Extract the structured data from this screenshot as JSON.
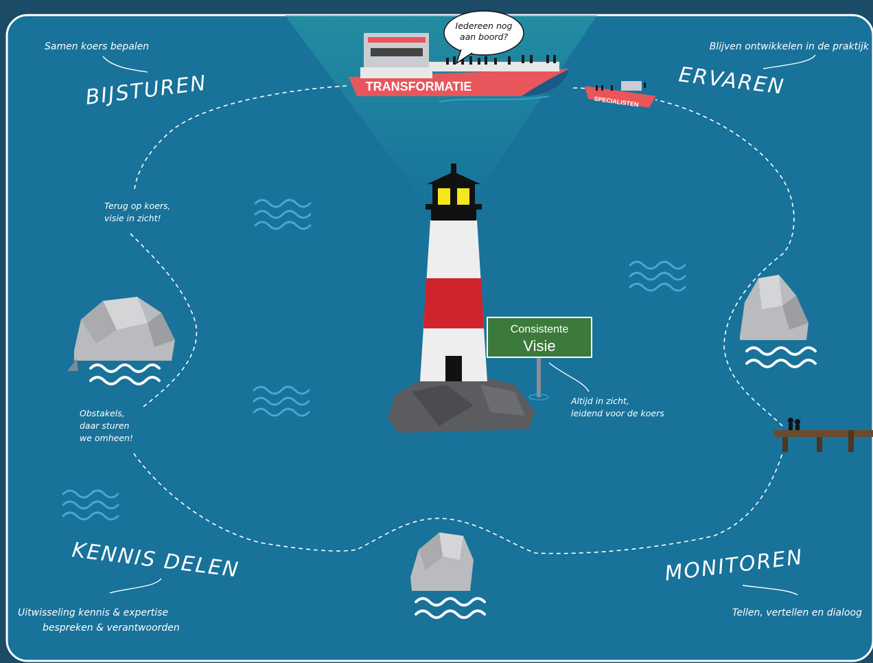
{
  "phases": {
    "bijsturen": {
      "title": "BIJSTUREN",
      "subtitle": "Samen koers bepalen"
    },
    "ervaren": {
      "title": "ERVAREN",
      "subtitle": "Blijven ontwikkelen in de praktijk"
    },
    "kennis_delen": {
      "title": "KENNIS DELEN",
      "subtitle_lines": [
        "Uitwisseling kennis & expertise",
        "bespreken & verantwoorden"
      ]
    },
    "monitoren": {
      "title": "MONITOREN",
      "subtitle": "Tellen, vertellen en dialoog"
    }
  },
  "ship": {
    "name": "TRANSFORMATIE",
    "speech_lines": [
      "Iedereen nog",
      "aan boord?"
    ]
  },
  "small_boat": {
    "name": "SPECIALISTEN"
  },
  "notes": {
    "terug": [
      "Terug op koers,",
      "visie in zicht!"
    ],
    "obstakels": [
      "Obstakels,",
      "daar sturen",
      "we omheen!"
    ],
    "altijd": [
      "Altijd in zicht,",
      "leidend voor de koers"
    ]
  },
  "sign": {
    "line1": "Consistente",
    "line2": "Visie"
  },
  "colors": {
    "sea": "#18729a",
    "frame": "#1b4b66",
    "accent_red": "#e8565b",
    "sign_green": "#3b7a3a",
    "lighthouse_red": "#d0242c"
  }
}
